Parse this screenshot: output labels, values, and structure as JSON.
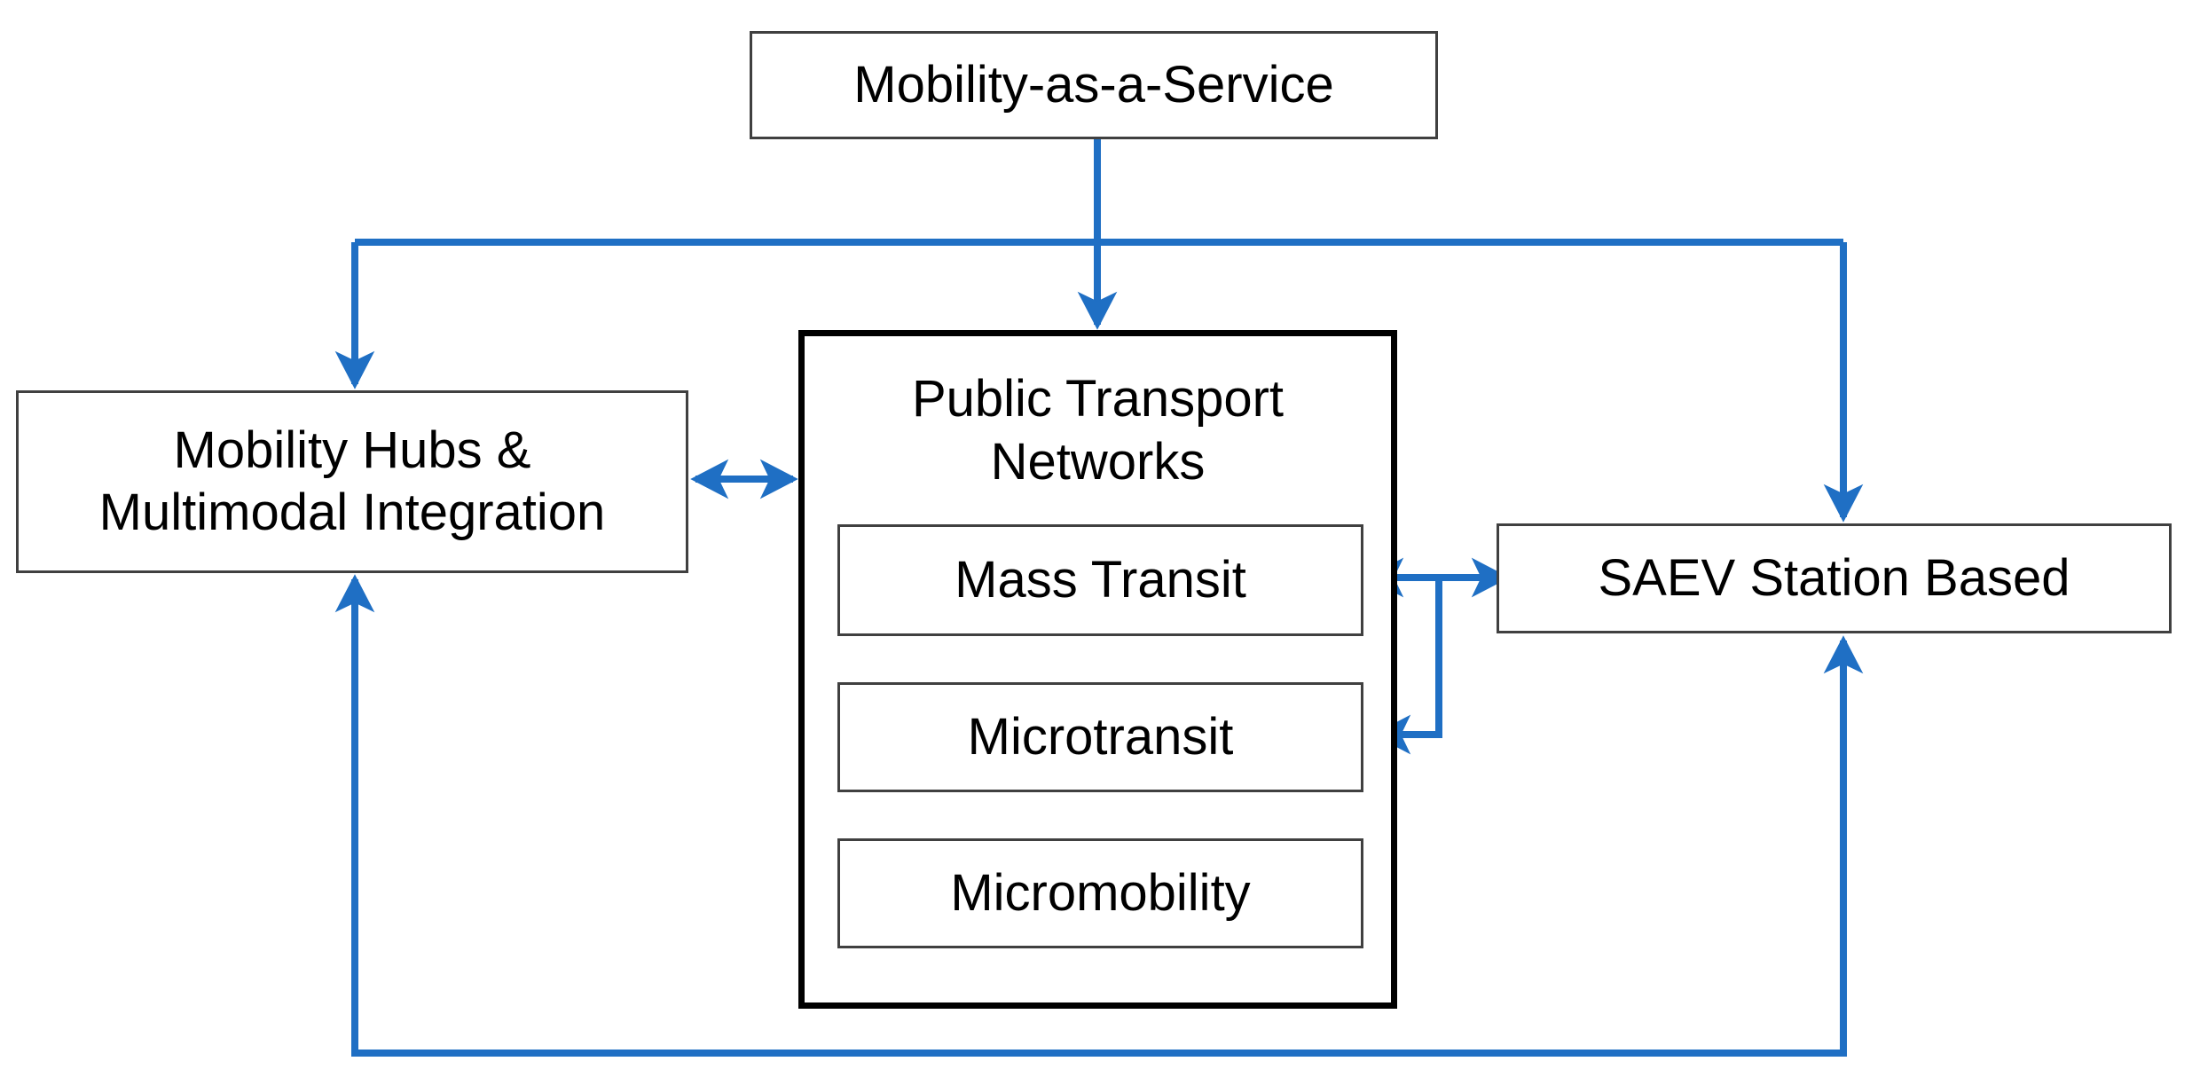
{
  "diagram": {
    "title": "Mobility-as-a-Service system architecture",
    "colors": {
      "arrow_blue": "#1F6FC4",
      "box_border_thin": "#404040",
      "box_border_thick": "#000000",
      "background": "#FFFFFF",
      "text": "#000000"
    },
    "nodes": {
      "maas": {
        "label": "Mobility-as-a-Service"
      },
      "mobility_hubs": {
        "label": "Mobility Hubs &\nMultimodal Integration"
      },
      "public_transport": {
        "label": "Public Transport\nNetworks"
      },
      "mass_transit": {
        "label": "Mass Transit"
      },
      "microtransit": {
        "label": "Microtransit"
      },
      "micromobility": {
        "label": "Micromobility"
      },
      "saev": {
        "label": "SAEV Station Based"
      }
    },
    "edges": [
      {
        "name": "maas-to-public-transport",
        "from": "maas",
        "to": "public_transport",
        "direction": "one-way"
      },
      {
        "name": "maas-to-mobility-hubs",
        "from": "maas",
        "to": "mobility_hubs",
        "direction": "one-way"
      },
      {
        "name": "maas-to-saev",
        "from": "maas",
        "to": "saev",
        "direction": "one-way"
      },
      {
        "name": "mobility-hubs-to-public-transport",
        "from": "mobility_hubs",
        "to": "public_transport",
        "direction": "two-way"
      },
      {
        "name": "mass-transit-to-saev",
        "from": "mass_transit",
        "to": "saev",
        "direction": "two-way"
      },
      {
        "name": "saev-to-microtransit",
        "from": "saev",
        "to": "microtransit",
        "direction": "one-way"
      },
      {
        "name": "saev-to-mobility-hubs-feedback",
        "from": "saev",
        "to": "mobility_hubs",
        "direction": "two-way"
      }
    ]
  }
}
